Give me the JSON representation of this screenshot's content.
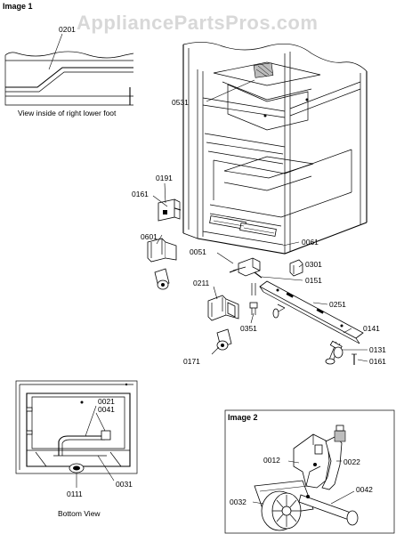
{
  "watermark": "AppliancePartsPros.com",
  "image1": {
    "title": "Image 1",
    "foot_caption": "View inside of right lower foot",
    "bottom_caption": "Bottom View",
    "labels": {
      "p0201": "0201",
      "p0531": "0531",
      "p0191": "0191",
      "p0161a": "0161",
      "p0601": "0601",
      "p0051": "0051",
      "p0061": "0061",
      "p0301": "0301",
      "p0151": "0151",
      "p0211": "0211",
      "p0251": "0251",
      "p0351": "0351",
      "p0141": "0141",
      "p0131": "0131",
      "p0161b": "0161",
      "p0171": "0171",
      "p0021": "0021",
      "p0041": "0041",
      "p0031": "0031",
      "p0111": "0111"
    }
  },
  "image2": {
    "title": "Image 2",
    "labels": {
      "p0012": "0012",
      "p0022": "0022",
      "p0032": "0032",
      "p0042": "0042"
    }
  }
}
